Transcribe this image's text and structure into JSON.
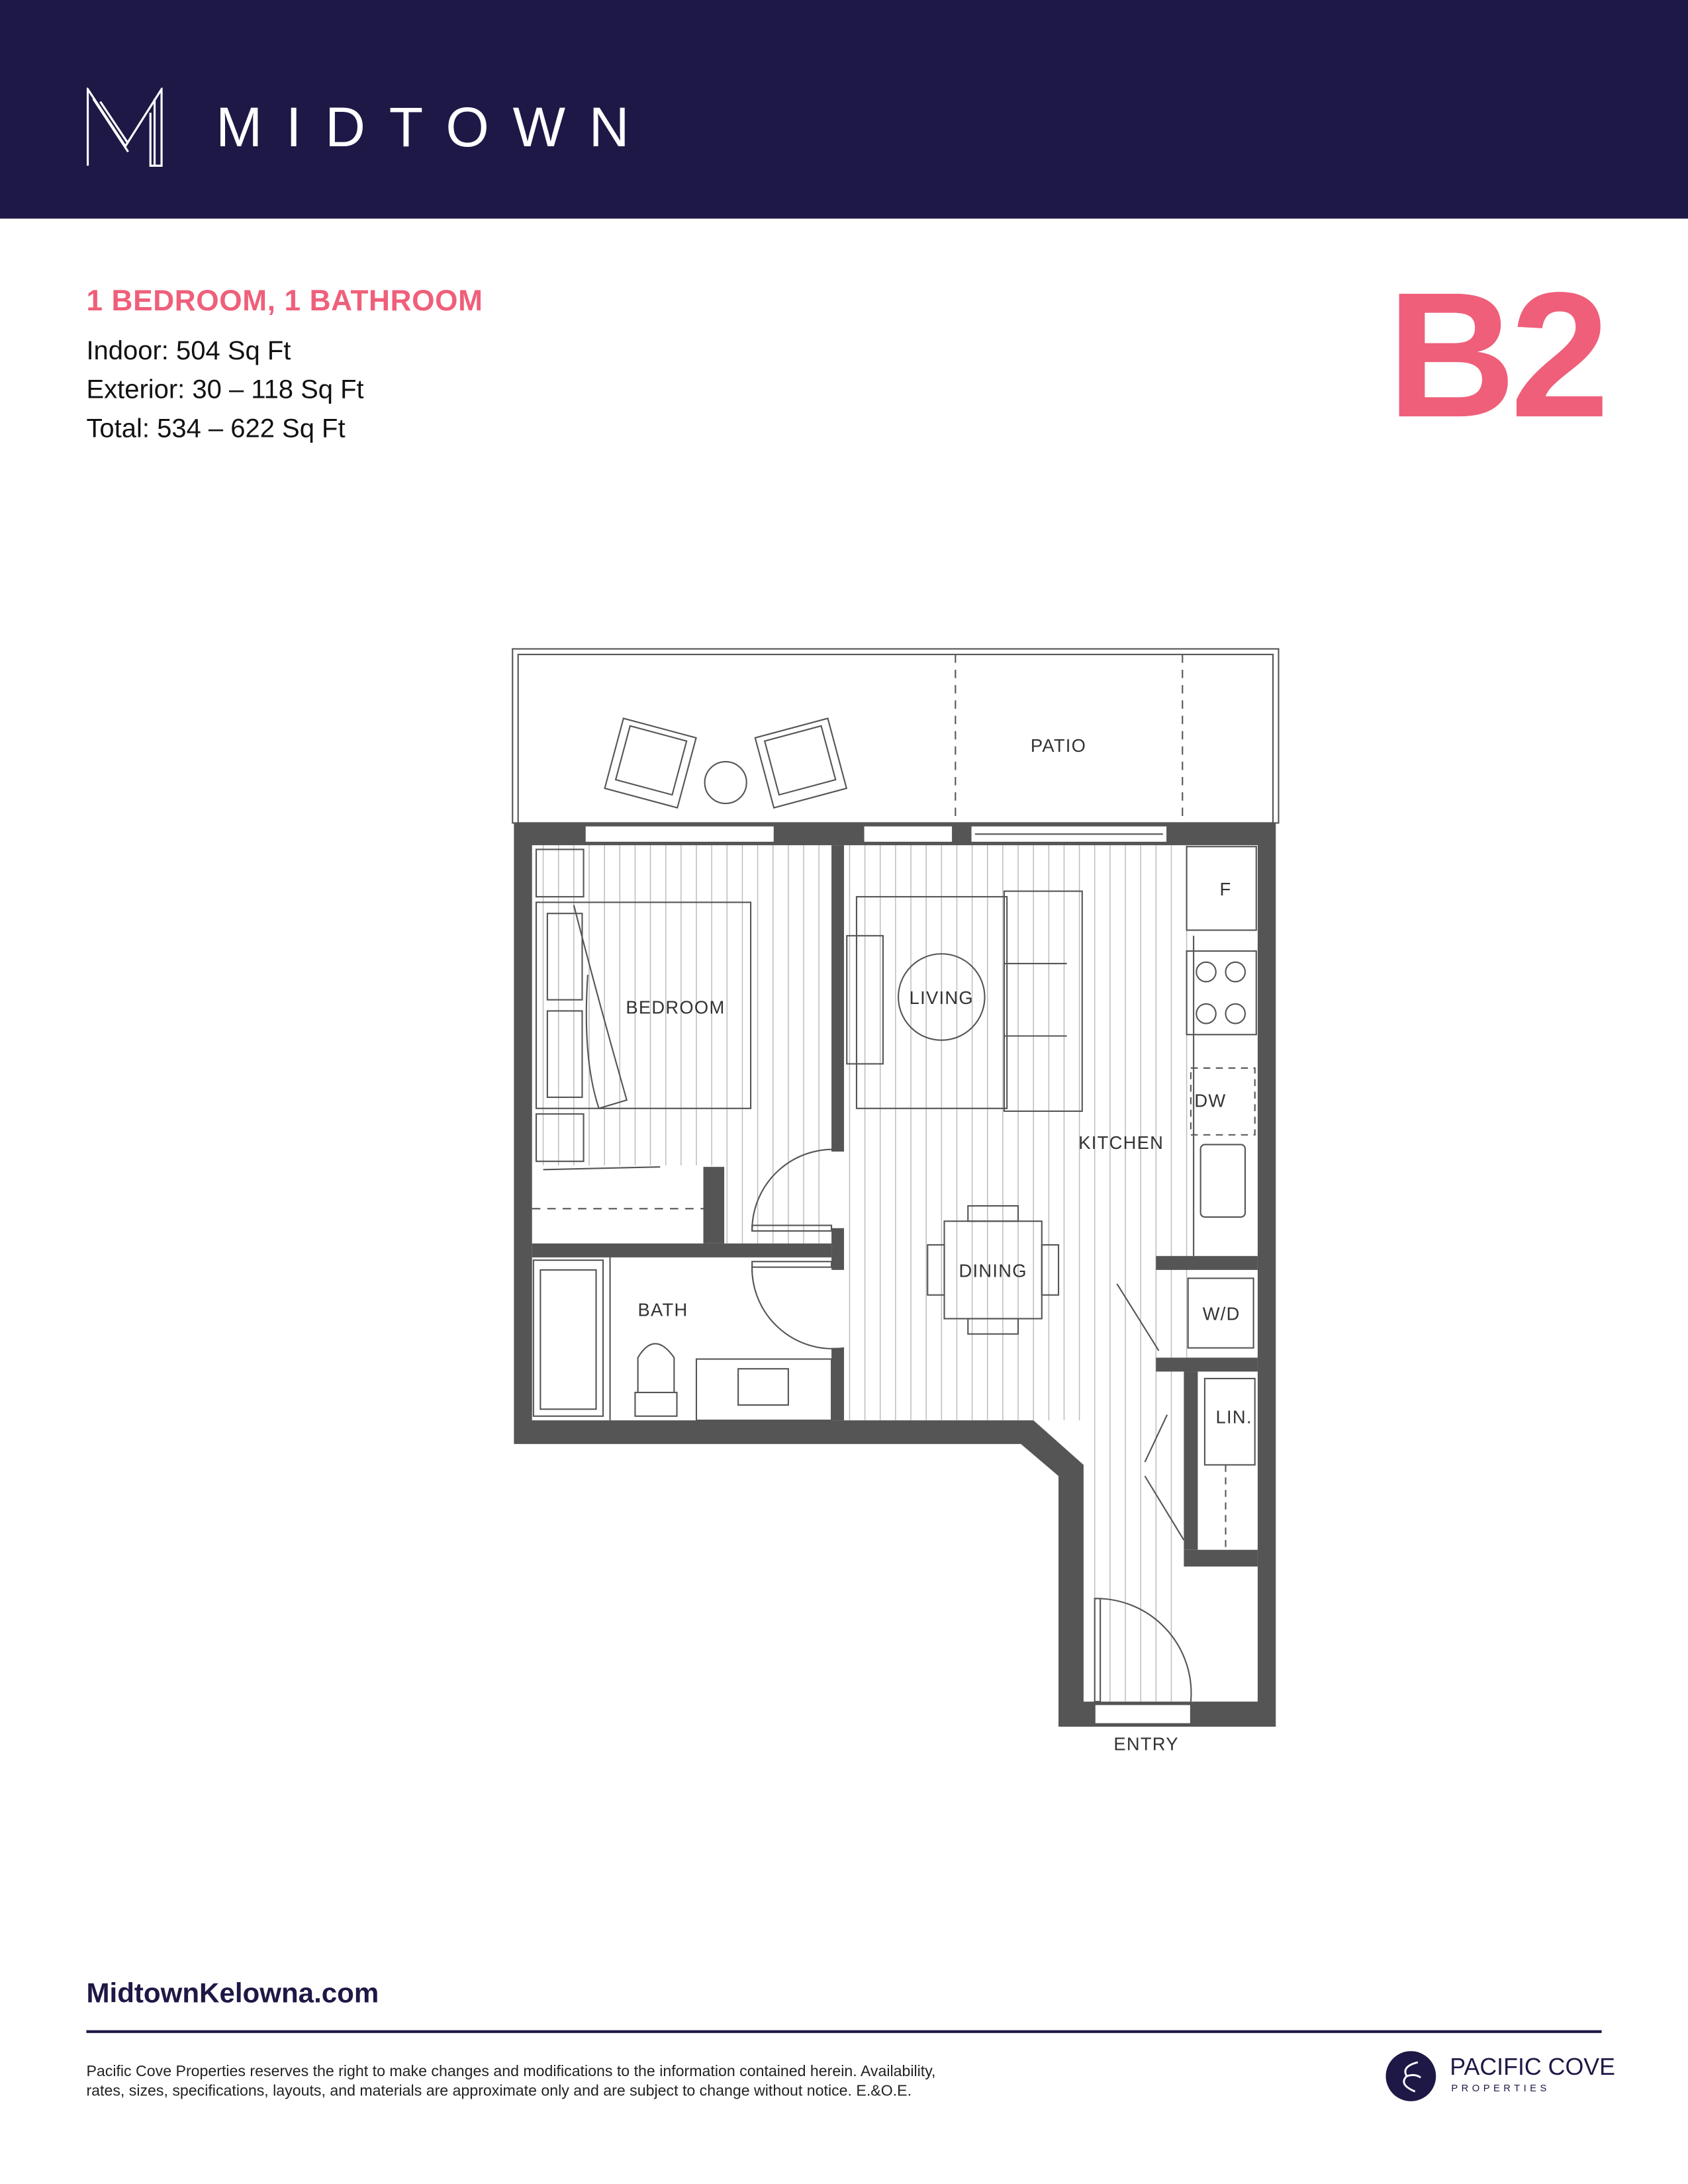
{
  "header": {
    "brand": "MIDTOWN"
  },
  "unit": {
    "type": "1 BEDROOM, 1 BATHROOM",
    "indoor": "Indoor: 504 Sq Ft",
    "exterior": "Exterior: 30 – 118 Sq Ft",
    "total": "Total: 534 – 622 Sq Ft",
    "code": "B2"
  },
  "plan": {
    "labels": {
      "patio": "PATIO",
      "bedroom": "BEDROOM",
      "living": "LIVING",
      "kitchen": "KITCHEN",
      "dining": "DINING",
      "bath": "BATH",
      "fridge": "F",
      "dishwasher": "DW",
      "washer_dryer": "W/D",
      "linen": "LIN.",
      "entry": "ENTRY"
    }
  },
  "footer": {
    "website": "MidtownKelowna.com",
    "disclaimer_line1": "Pacific Cove Properties reserves the right to make changes and modifications to the information contained herein. Availability,",
    "disclaimer_line2": "rates, sizes, specifications, layouts, and materials are approximate only and are subject to change without notice. E.&O.E.",
    "developer": "PACIFIC COVE",
    "developer_sub": "PROPERTIES"
  },
  "colors": {
    "navy": "#1e1846",
    "pink": "#ef5f7a",
    "wall": "#555555"
  }
}
